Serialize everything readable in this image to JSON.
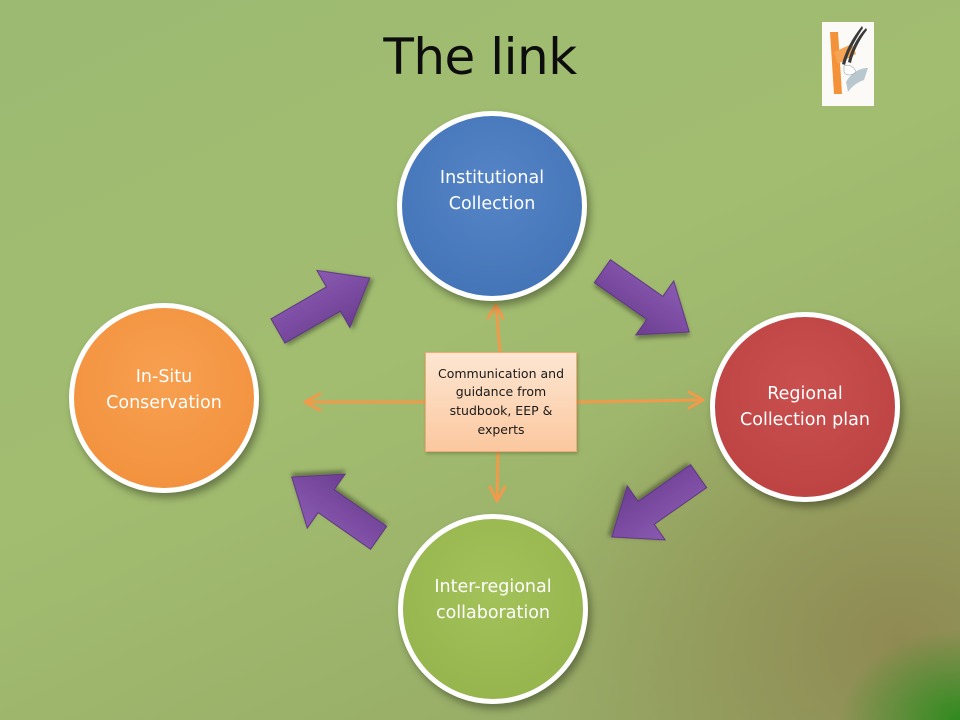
{
  "slide": {
    "title": "The link"
  },
  "nodes": {
    "institutional": "Institutional Collection",
    "regional": "Regional Collection plan",
    "interregional": "Inter-regional collaboration",
    "insitu": "In-Situ Conservation"
  },
  "center": {
    "text": "Communication and guidance from studbook, EEP & experts"
  },
  "colors": {
    "institutional": "#4a7cc0",
    "regional": "#c14a49",
    "interregional": "#9bba52",
    "insitu": "#f49644",
    "cycle_arrows": "#7c4ca0",
    "guidance_arrows": "#f09a4c"
  },
  "icons": {
    "logo": "oryx-logo"
  }
}
